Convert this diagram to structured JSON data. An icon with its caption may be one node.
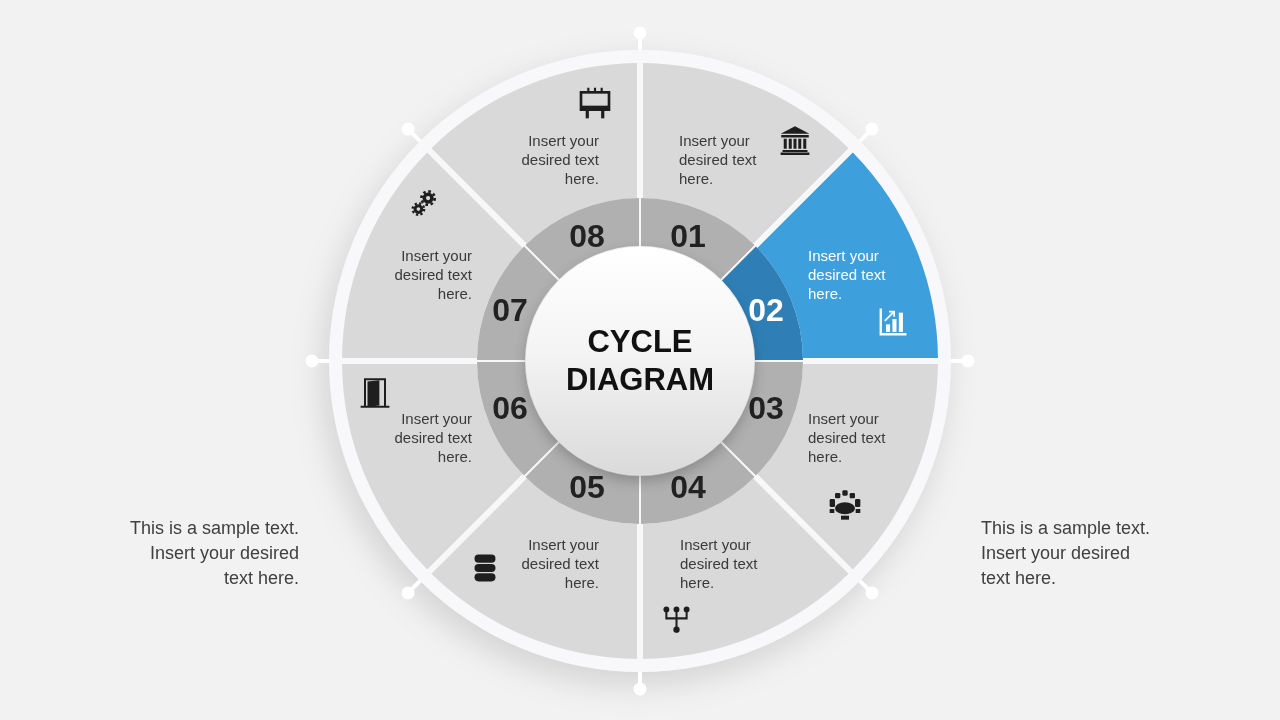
{
  "diagram": {
    "nodes": [
      {
        "text": [
          "CYCLE DIAGRAM"
        ]
      },
      {
        "text": [
          "Insert your desired text here.",
          "01"
        ]
      },
      {
        "text": [
          "02",
          "Insert your desired text here."
        ]
      },
      {
        "text": [
          "03",
          "Insert your desired text here."
        ]
      },
      {
        "text": [
          "04",
          "Insert your desired text here."
        ]
      },
      {
        "text": [
          "05",
          "Insert your desired text here."
        ]
      },
      {
        "text": [
          "06",
          "Insert your desired text here."
        ]
      },
      {
        "text": [
          "07",
          "Insert your desired text here."
        ]
      },
      {
        "text": [
          "Insert your desired text here.",
          "08"
        ]
      }
    ],
    "labels": [
      "This is a sample text. Insert your desired text here.",
      "This is a sample text. Insert your desired text here."
    ]
  }
}
